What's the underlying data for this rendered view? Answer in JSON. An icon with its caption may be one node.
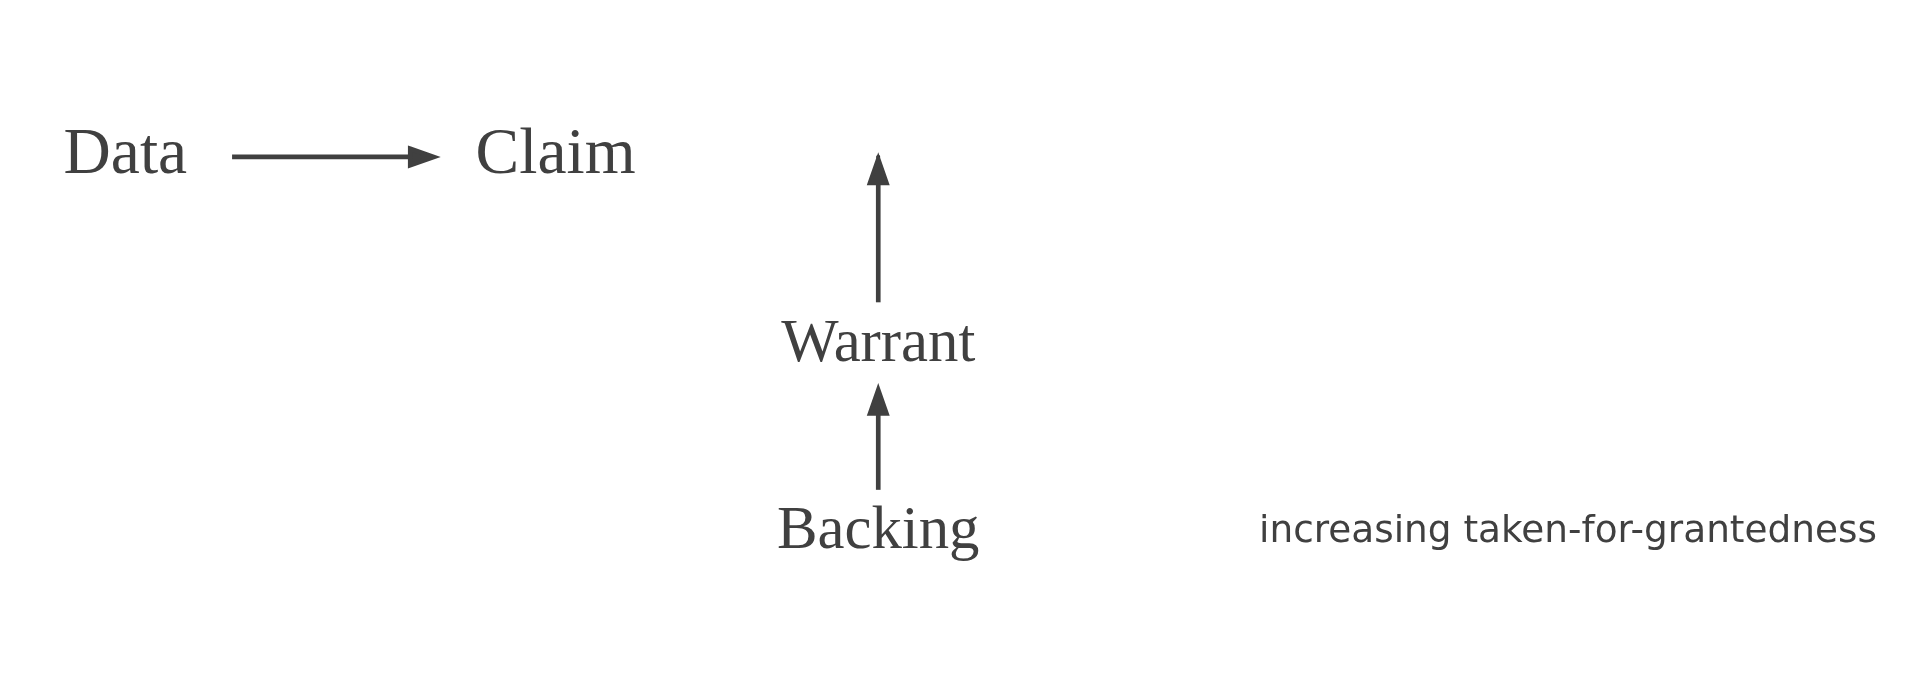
{
  "diagram": {
    "nodes": [
      {
        "text": [
          "Data"
        ]
      },
      {
        "text": [
          "Claim"
        ]
      },
      {
        "text": [
          "Warrant"
        ]
      },
      {
        "text": [
          "Backing"
        ]
      }
    ],
    "edges": [
      {
        "from": 0,
        "to": 1,
        "arrow": "to"
      },
      {
        "from": 2,
        "to": null,
        "arrow": "to"
      },
      {
        "from": 3,
        "to": 2,
        "arrow": "to"
      }
    ],
    "labels": [
      "increasing taken-for-grantedness"
    ]
  }
}
